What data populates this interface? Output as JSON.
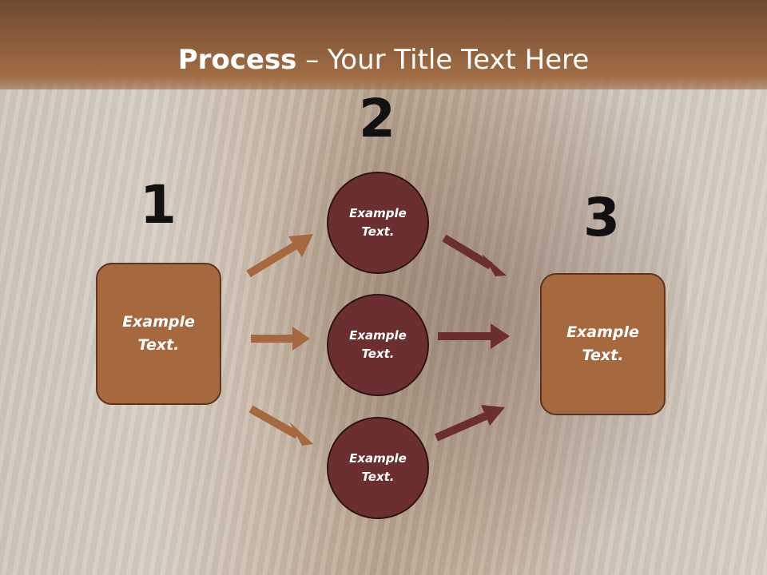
{
  "slide": {
    "title_bold": "Process",
    "title_rest": " – Your Title Text Here"
  },
  "steps": {
    "step1_number": "1",
    "step2_number": "2",
    "step3_number": "3"
  },
  "boxes": {
    "left_text": "Example\nText.",
    "right_text": "Example\nText."
  },
  "circles": [
    {
      "text": "Example\nText."
    },
    {
      "text": "Example\nText."
    },
    {
      "text": "Example\nText."
    }
  ],
  "colors": {
    "box_fill": "#a6683f",
    "circle_fill": "#6b2f2f",
    "arrow_left": "#a6683f",
    "arrow_right": "#6b2f2f",
    "header": "#8a5c3a"
  }
}
